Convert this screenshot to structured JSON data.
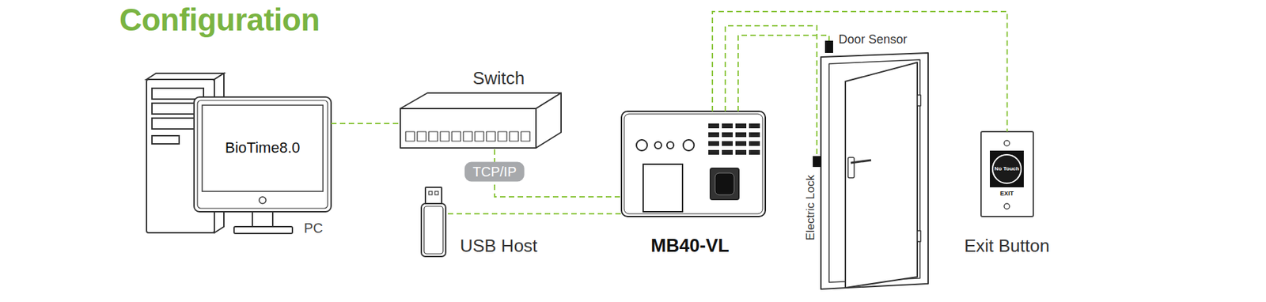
{
  "diagram": {
    "title": "Configuration",
    "nodes": [
      {
        "text": [
          "BioTime8.0",
          "PC"
        ]
      },
      {
        "text": [
          "Switch"
        ]
      },
      {
        "text": [
          "USB Host"
        ]
      },
      {
        "text": [
          "MB40-VL"
        ]
      },
      {
        "text": [
          "Door Sensor"
        ]
      },
      {
        "text": [
          "Electric Lock"
        ]
      },
      {
        "text": [
          "No Touch",
          "EXIT",
          "Exit Button"
        ]
      }
    ],
    "edges": [
      {
        "from": 0,
        "to": 1,
        "arrow": "none"
      },
      {
        "from": 1,
        "to": 3,
        "label": "TCP/IP",
        "arrow": "none"
      },
      {
        "from": 2,
        "to": 3,
        "arrow": "none"
      },
      {
        "from": 3,
        "to": 6,
        "arrow": "none"
      },
      {
        "from": 3,
        "to": 5,
        "arrow": "none"
      },
      {
        "from": 3,
        "to": 4,
        "arrow": "none"
      }
    ]
  }
}
